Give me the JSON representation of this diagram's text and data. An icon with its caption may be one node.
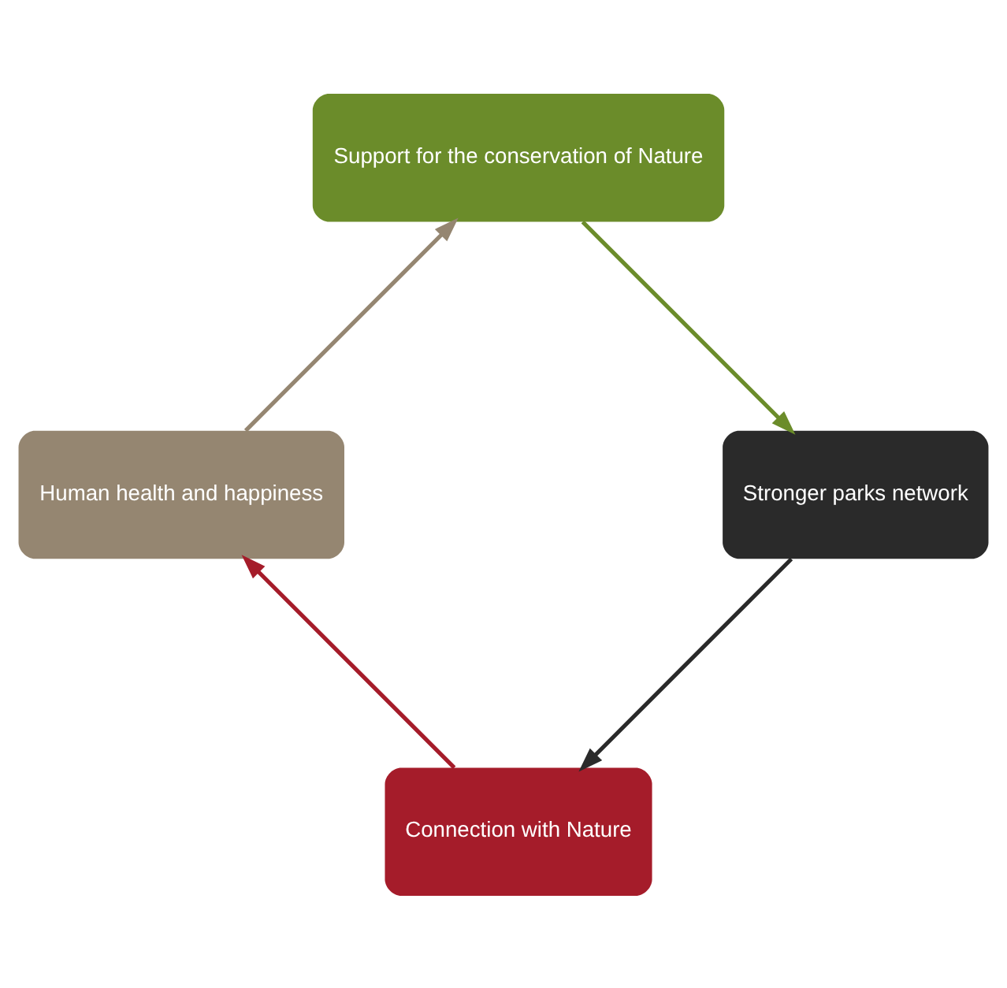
{
  "diagram": {
    "nodes": [
      {
        "text": [
          "Connection with Nature"
        ]
      },
      {
        "text": [
          "Human health and happiness"
        ]
      },
      {
        "text": [
          "Support for the conservation of Nature"
        ]
      },
      {
        "text": [
          "Stronger parks network"
        ]
      }
    ],
    "edges": [
      {
        "from": 0,
        "to": 1,
        "arrow": "to",
        "color": "#a51c2a"
      },
      {
        "from": 1,
        "to": 2,
        "arrow": "to",
        "color": "#958671"
      },
      {
        "from": 2,
        "to": 3,
        "arrow": "to",
        "color": "#6b8c2a"
      },
      {
        "from": 3,
        "to": 0,
        "arrow": "to",
        "color": "#2a2a2a"
      }
    ]
  }
}
